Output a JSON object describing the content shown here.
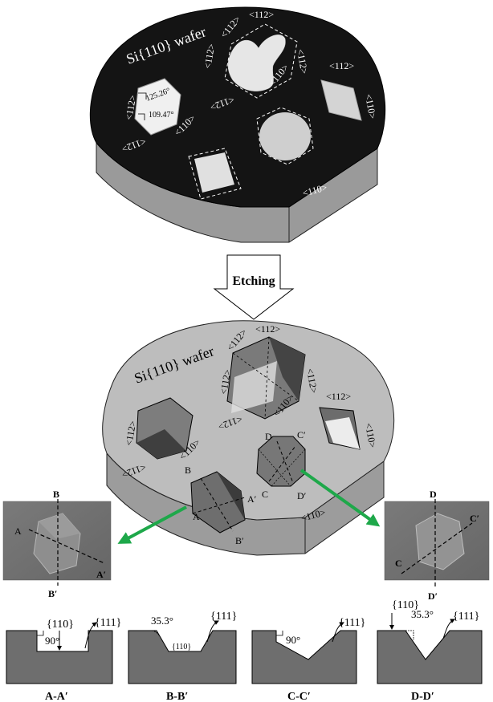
{
  "top_wafer": {
    "label": "Si{110} wafer",
    "direction_labels": [
      "<110>",
      "<112>",
      "<112>",
      "<112>",
      "<112>",
      "<110>",
      "<112>",
      "<112>",
      "<110>",
      "<112>",
      "<112>",
      "<110>"
    ],
    "angles": [
      "125.26°",
      "109.47°"
    ]
  },
  "process_arrow": {
    "label": "Etching"
  },
  "bottom_wafer": {
    "label": "Si{110} wafer",
    "direction_labels": [
      "<110>",
      "<112>",
      "<112>",
      "<112>",
      "<112>",
      "<110>",
      "<112>",
      "<112>",
      "<112>",
      "<112>",
      "<110>",
      "<110>"
    ],
    "section_markers": [
      "A",
      "A′",
      "B",
      "B′",
      "C",
      "C′",
      "D",
      "D′"
    ]
  },
  "left_photo": {
    "labels": [
      "B",
      "A",
      "A′",
      "B′"
    ]
  },
  "right_photo": {
    "labels": [
      "D",
      "C′",
      "C",
      "D′"
    ]
  },
  "cross_sections": [
    {
      "id": "A-A′",
      "plane_top": "{110}",
      "plane_side": "{111}",
      "angle": "90°"
    },
    {
      "id": "B-B′",
      "plane_bottom": "{110}",
      "plane_side": "{111}",
      "angle": "35.3°"
    },
    {
      "id": "C-C′",
      "plane_side": "{111}",
      "angle": "90°"
    },
    {
      "id": "D-D′",
      "plane_top": "{110}",
      "plane_side": "{111}",
      "angle": "35.3°"
    }
  ]
}
